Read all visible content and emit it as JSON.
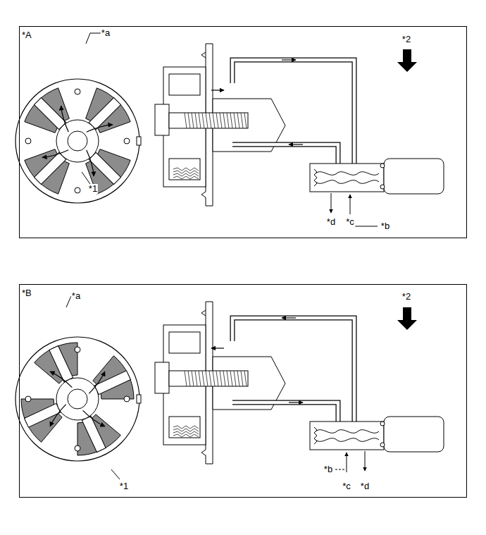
{
  "diagram": {
    "nodes": [
      {
        "text": [
          "*A"
        ]
      },
      {
        "text": [
          "*B"
        ]
      }
    ],
    "labels": [
      "*a",
      "*1",
      "*2",
      "*b",
      "*c",
      "*d",
      "*a",
      "*1",
      "*2",
      "*b",
      "*c",
      "*d"
    ]
  }
}
